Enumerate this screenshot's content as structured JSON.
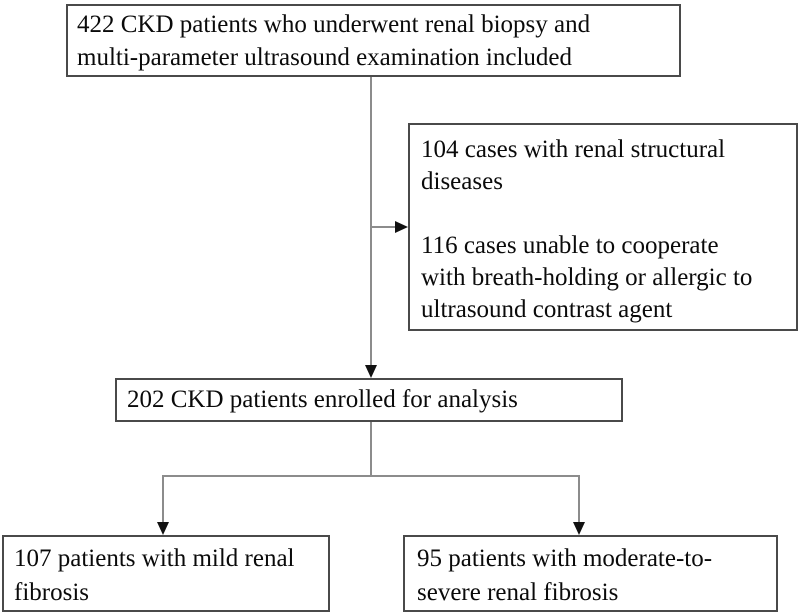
{
  "figure": {
    "type": "flowchart",
    "background_color": "#ffffff",
    "box_border_color": "#4a4a4a",
    "connector_color": "#8c8c8c",
    "arrow_color": "#111111",
    "text_color": "#0a0a0a"
  },
  "nodes": {
    "included": {
      "lines": [
        "422 CKD patients who underwent renal biopsy and",
        "multi-parameter ultrasound examination included"
      ]
    },
    "excluded": {
      "lines": [
        "104 cases with renal structural",
        "diseases",
        "",
        "116 cases unable to cooperate",
        "with breath-holding or allergic to",
        "ultrasound contrast agent"
      ]
    },
    "enrolled": {
      "lines": [
        "202 CKD patients enrolled for analysis"
      ]
    },
    "mild": {
      "lines": [
        "107 patients with mild renal",
        "fibrosis"
      ]
    },
    "moderate_severe": {
      "lines": [
        "95 patients with moderate-to-",
        "severe renal fibrosis"
      ]
    }
  },
  "edges": [
    {
      "from": "included",
      "to": "excluded"
    },
    {
      "from": "included",
      "to": "enrolled"
    },
    {
      "from": "enrolled",
      "to": "mild"
    },
    {
      "from": "enrolled",
      "to": "moderate_severe"
    }
  ]
}
